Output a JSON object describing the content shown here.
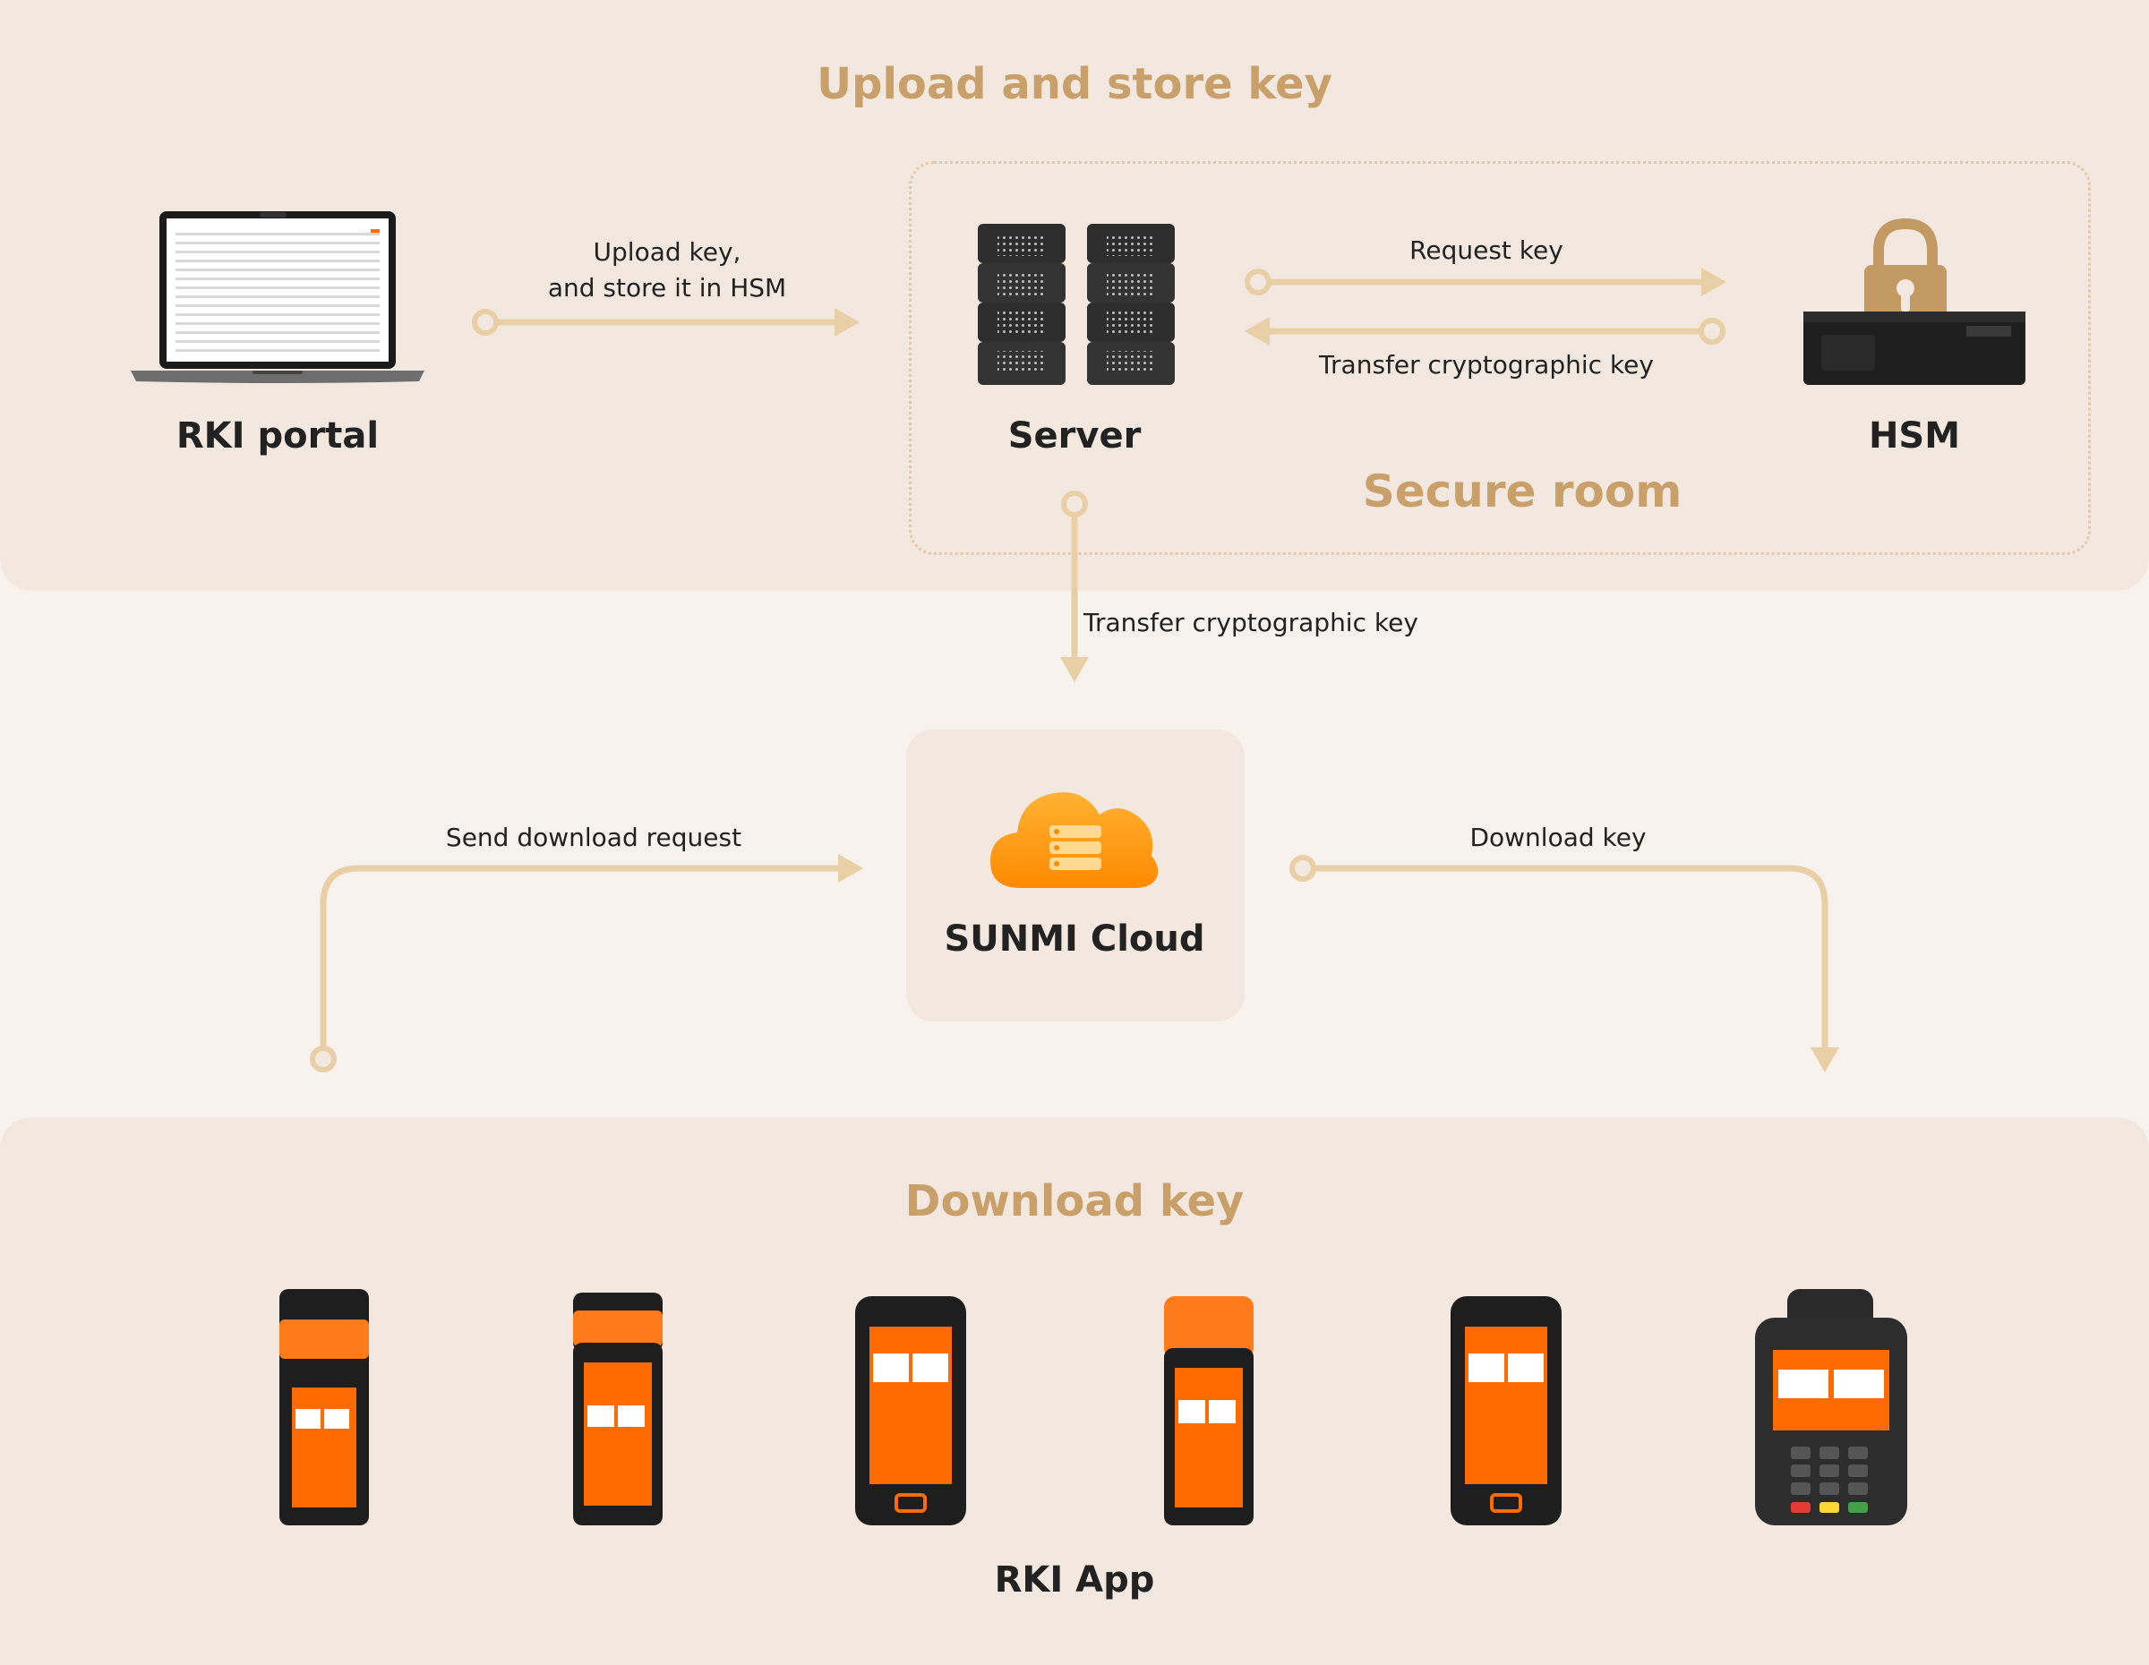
{
  "sections": {
    "upload_title": "Upload and store key",
    "download_title": "Download key"
  },
  "nodes": {
    "rki_portal": "RKI portal",
    "server": "Server",
    "hsm": "HSM",
    "secure_room": "Secure room",
    "cloud": "SUNMI Cloud",
    "rki_app": "RKI App"
  },
  "edges": {
    "upload": "Upload key,\nand store it in HSM",
    "request_key": "Request key",
    "transfer_hsm": "Transfer cryptographic key",
    "transfer_cloud": "Transfer cryptographic key",
    "send_request": "Send download request",
    "download": "Download key"
  },
  "icons": [
    "laptop-icon",
    "server-rack-icon",
    "hsm-device-icon",
    "padlock-icon",
    "cloud-server-icon",
    "pos-terminal-icon"
  ],
  "colors": {
    "accent_title": "#c9a06a",
    "arrow": "#e8cfa6",
    "device_orange": "#ff6b00",
    "panel": "#f3e8e0"
  }
}
